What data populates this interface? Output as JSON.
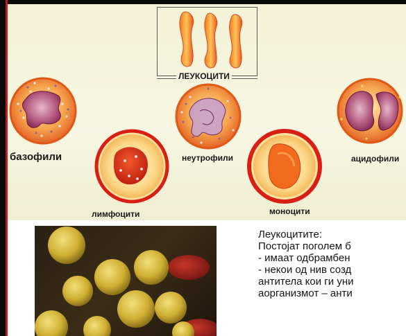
{
  "diagram": {
    "title": "ЛЕУКОЦИТИ",
    "cells": {
      "basophils": "базофили",
      "lymphocytes": "лимфоцити",
      "neutrophils": "неутрофили",
      "monocytes": "моноцити",
      "acidophils": "ацидофили"
    }
  },
  "notes": {
    "heading": "Леукоцитите:",
    "lines": [
      "Постојат поголем б",
      "- имаат одбрамбен",
      "- некои од нив созд",
      "антитела кои ги уни",
      "аорганизмот – анти"
    ]
  },
  "colors": {
    "band": "#f3f2d6",
    "cell_orange": "#f07a26",
    "cell_red": "#d11f12",
    "nucleus": "#8a2b5c",
    "photo_cells": "#d4b93a"
  }
}
